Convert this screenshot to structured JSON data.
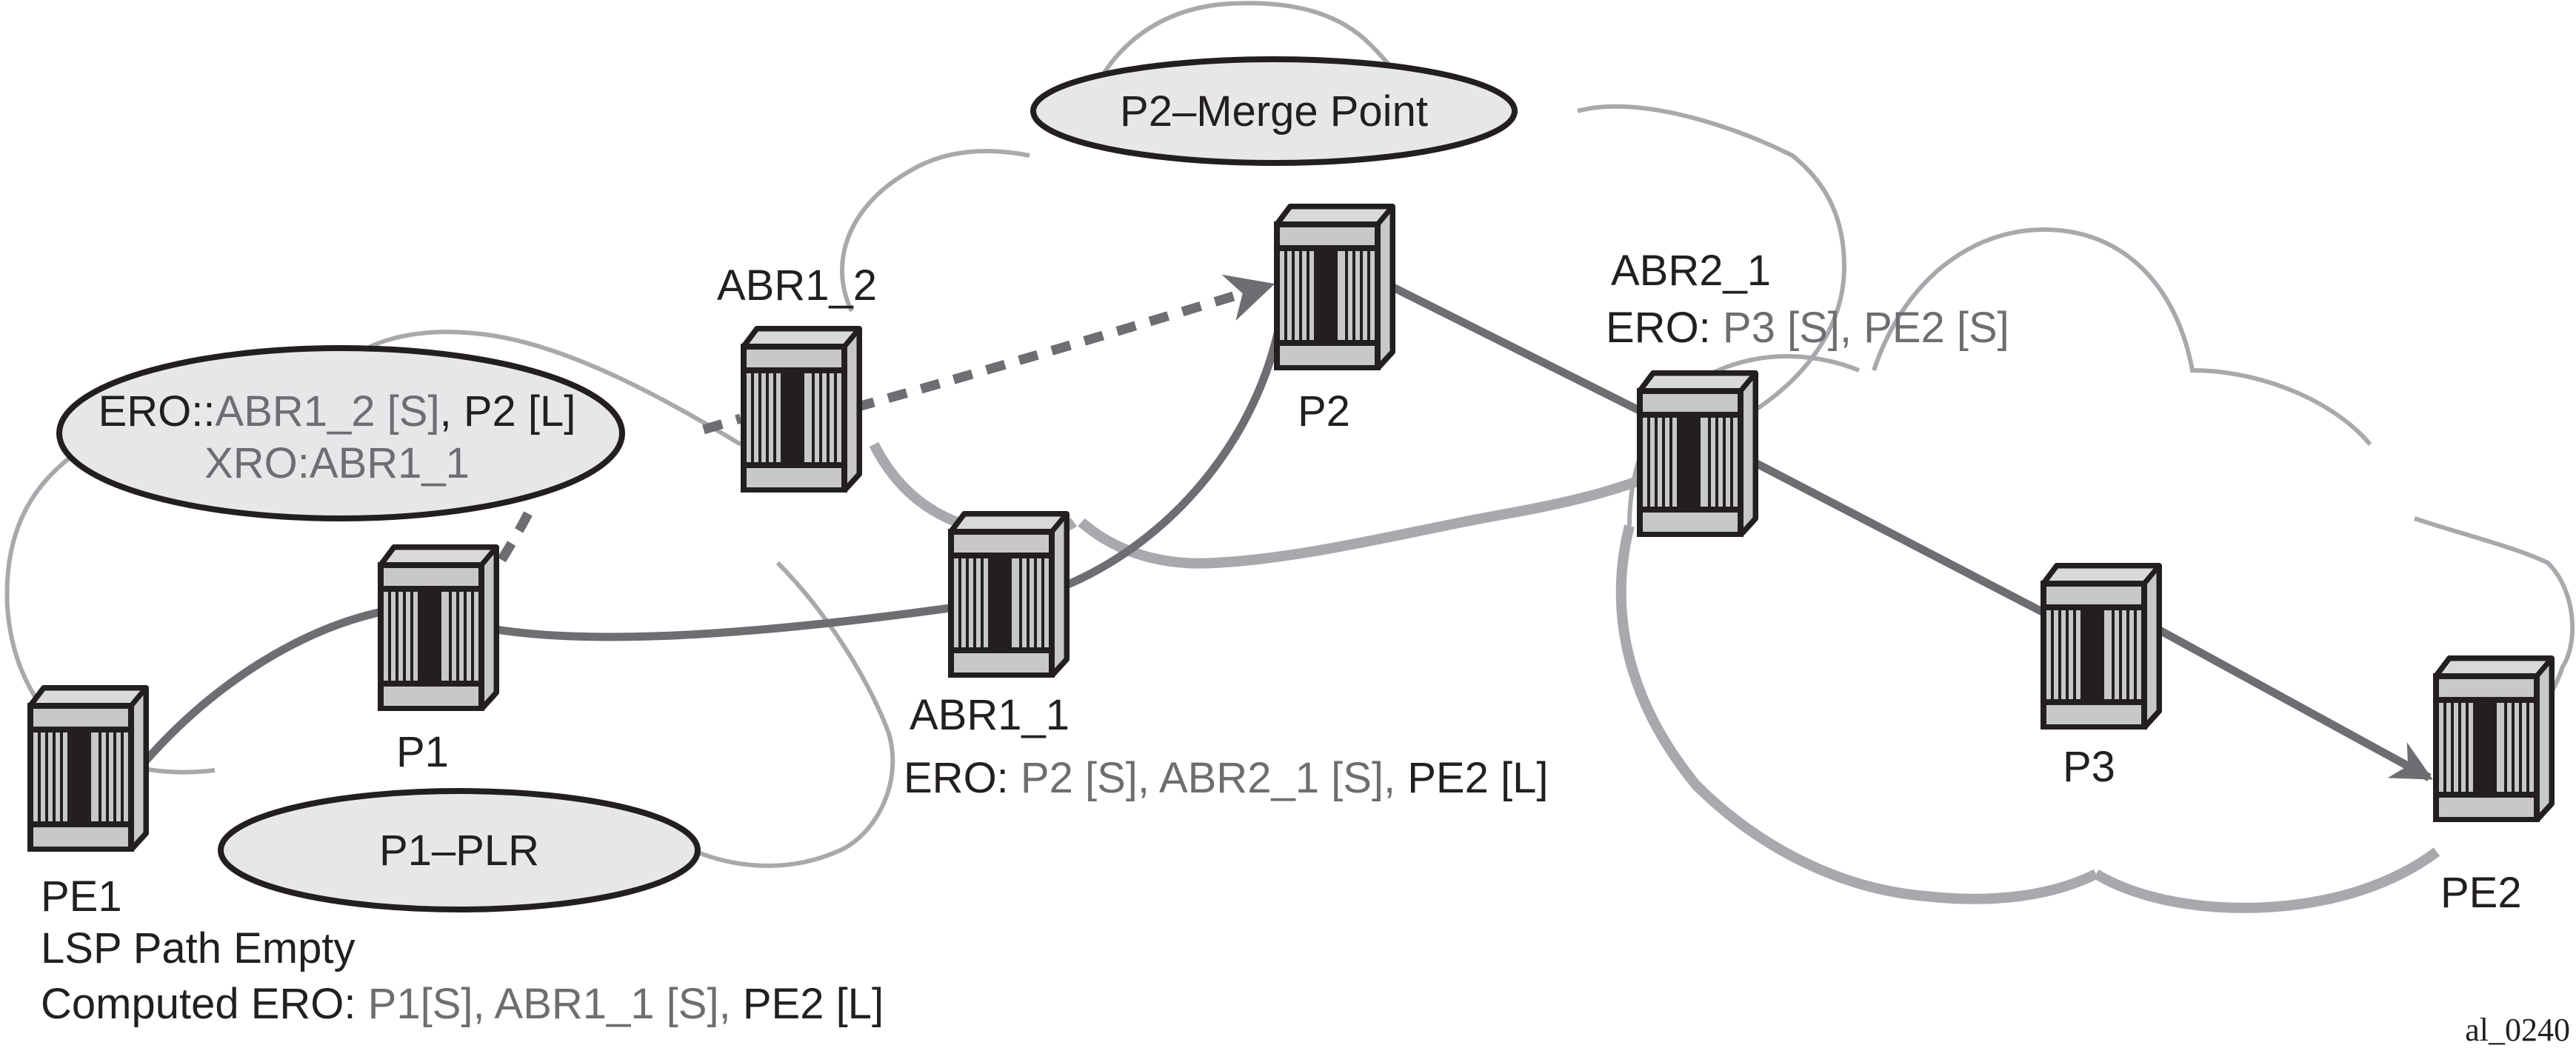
{
  "nodes": {
    "pe1": {
      "name": "PE1"
    },
    "p1": {
      "name": "P1"
    },
    "abr1_2": {
      "name": "ABR1_2"
    },
    "abr1_1": {
      "name": "ABR1_1"
    },
    "p2": {
      "name": "P2"
    },
    "abr2_1": {
      "name": "ABR2_1"
    },
    "p3": {
      "name": "P3"
    },
    "pe2": {
      "name": "PE2"
    }
  },
  "callouts": {
    "merge_point": "P2–Merge Point",
    "plr": "P1–PLR",
    "bypass_ero": {
      "prefix": "ERO::",
      "hop1": "ABR1_2 [S]",
      "sep": ", ",
      "hop2": "P2 [L]"
    },
    "bypass_xro": "XRO:ABR1_1"
  },
  "annotations": {
    "pe1": {
      "line1": "LSP Path Empty",
      "prefix": "Computed ERO: ",
      "hop1": "P1[S]",
      "hop2": "ABR1_1 [S]",
      "hop3": "PE2 [L]",
      "sep": ", "
    },
    "abr1_1": {
      "prefix": "ERO: ",
      "hop1": "P2 [S]",
      "hop2": "ABR2_1 [S]",
      "hop3": "PE2 [L]",
      "sep": ", "
    },
    "abr2_1": {
      "prefix": "ERO: ",
      "hop1": "P3 [S]",
      "hop2": "PE2 [S]",
      "sep": ", "
    }
  },
  "figure_id": "al_0240",
  "colors": {
    "text": "#231f20",
    "hop_text": "#6d6e71",
    "cloud": "#a7a9ac",
    "callout_fill": "#e6e7e8",
    "link": "#6d6e71"
  }
}
